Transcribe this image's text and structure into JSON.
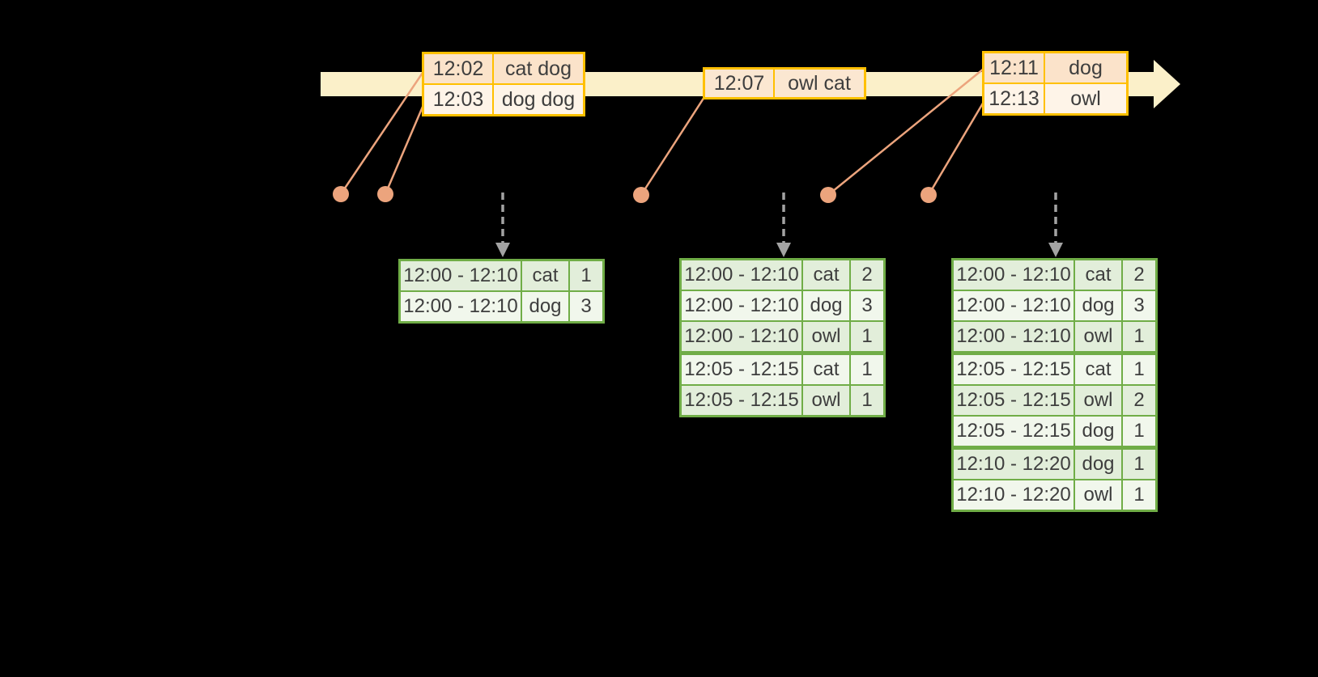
{
  "colors": {
    "background": "#000000",
    "timeline_band": "#FBF0C9",
    "event_border": "#FFC000",
    "event_row_peach": "#FBE3CA",
    "event_row_cream": "#FEF4E8",
    "event_row_mid": "#FBE7D1",
    "marker": "#ECA47D",
    "dashed_arrow": "#A3A3A3",
    "table_border": "#70AD47",
    "table_row_green": "#E2EEDA",
    "table_row_light": "#F1F7EC",
    "text": "#3E3E3E"
  },
  "timeline": {
    "event_batches": [
      {
        "rows": [
          {
            "time": "12:02",
            "words": "cat dog"
          },
          {
            "time": "12:03",
            "words": "dog dog"
          }
        ]
      },
      {
        "rows": [
          {
            "time": "12:07",
            "words": "owl cat"
          }
        ]
      },
      {
        "rows": [
          {
            "time": "12:11",
            "words": "dog"
          },
          {
            "time": "12:13",
            "words": "owl"
          }
        ]
      }
    ]
  },
  "result_tables": [
    {
      "rows": [
        {
          "window": "12:00 - 12:10",
          "word": "cat",
          "count": "1"
        },
        {
          "window": "12:00 - 12:10",
          "word": "dog",
          "count": "3"
        }
      ]
    },
    {
      "rows": [
        {
          "window": "12:00 - 12:10",
          "word": "cat",
          "count": "2"
        },
        {
          "window": "12:00 - 12:10",
          "word": "dog",
          "count": "3"
        },
        {
          "window": "12:00 - 12:10",
          "word": "owl",
          "count": "1"
        },
        {
          "window": "12:05 - 12:15",
          "word": "cat",
          "count": "1"
        },
        {
          "window": "12:05 - 12:15",
          "word": "owl",
          "count": "1"
        }
      ]
    },
    {
      "rows": [
        {
          "window": "12:00 - 12:10",
          "word": "cat",
          "count": "2"
        },
        {
          "window": "12:00 - 12:10",
          "word": "dog",
          "count": "3"
        },
        {
          "window": "12:00 - 12:10",
          "word": "owl",
          "count": "1"
        },
        {
          "window": "12:05 - 12:15",
          "word": "cat",
          "count": "1"
        },
        {
          "window": "12:05 - 12:15",
          "word": "owl",
          "count": "2"
        },
        {
          "window": "12:05 - 12:15",
          "word": "dog",
          "count": "1"
        },
        {
          "window": "12:10 - 12:20",
          "word": "dog",
          "count": "1"
        },
        {
          "window": "12:10 - 12:20",
          "word": "owl",
          "count": "1"
        }
      ]
    }
  ]
}
